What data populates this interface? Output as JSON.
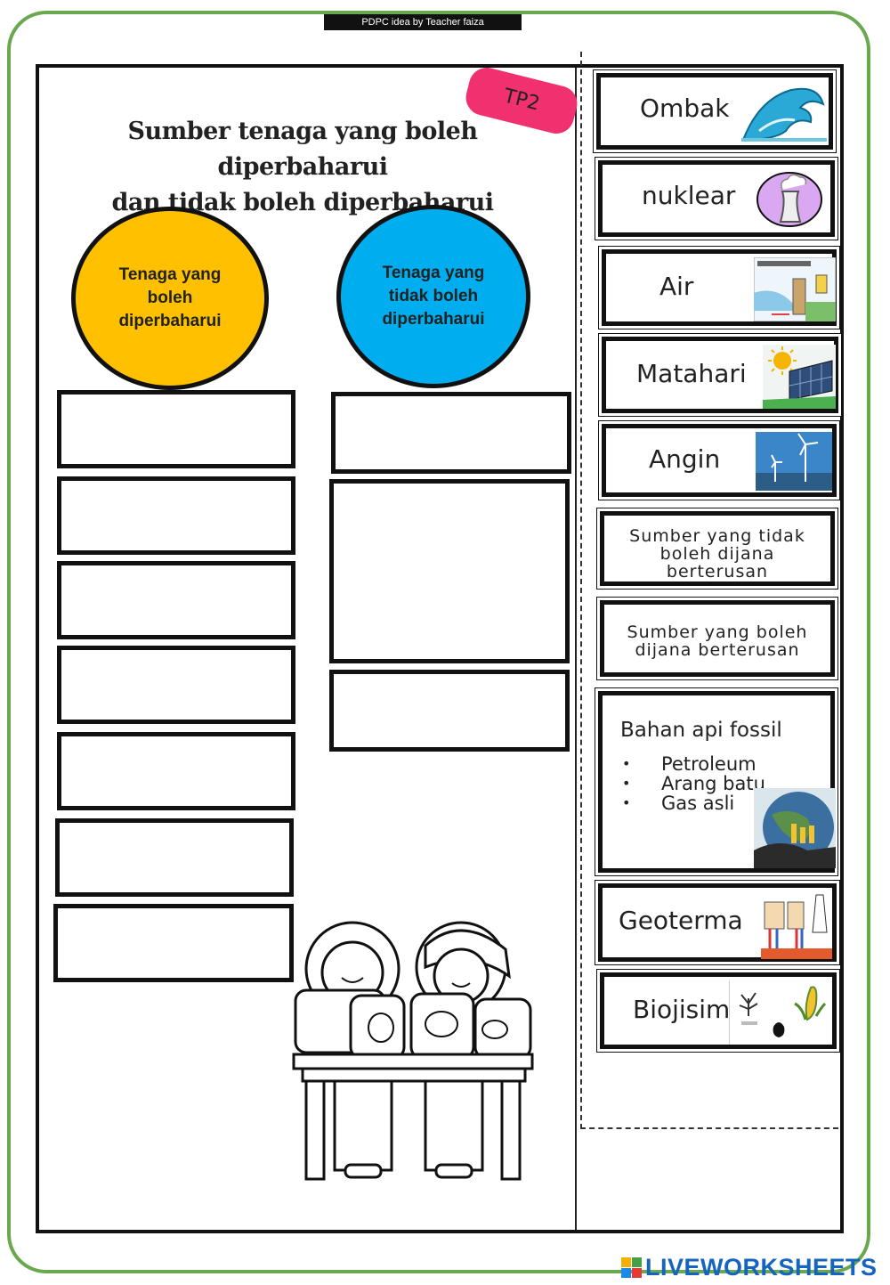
{
  "credit": "PDPC idea by Teacher faiza",
  "title": {
    "line1": "Sumber tenaga yang boleh diperbaharui",
    "line2": "dan tidak boleh diperbaharui"
  },
  "badge": "TP2",
  "categories": {
    "renewable": "Tenaga yang boleh diperbaharui",
    "non_renewable": "Tenaga yang tidak boleh diperbaharui"
  },
  "cards": {
    "ombak": "Ombak",
    "nuklear": "nuklear",
    "air": "Air",
    "matahari": "Matahari",
    "angin": "Angin",
    "tidak_berterusan": [
      "Sumber yang tidak",
      "boleh dijana",
      "berterusan"
    ],
    "berterusan": [
      "Sumber yang boleh",
      "dijana berterusan"
    ],
    "fossil_title": "Bahan api fossil",
    "fossil_items": [
      "Petroleum",
      "Arang batu",
      "Gas asli"
    ],
    "geoterma": "Geoterma",
    "biojisim": "Biojisim"
  },
  "colors": {
    "renewable": "#ffc000",
    "non_renewable": "#00aeef",
    "badge": "#f0306f",
    "frame": "#6aa84f"
  },
  "logo": "LIVEWORKSHEETS"
}
